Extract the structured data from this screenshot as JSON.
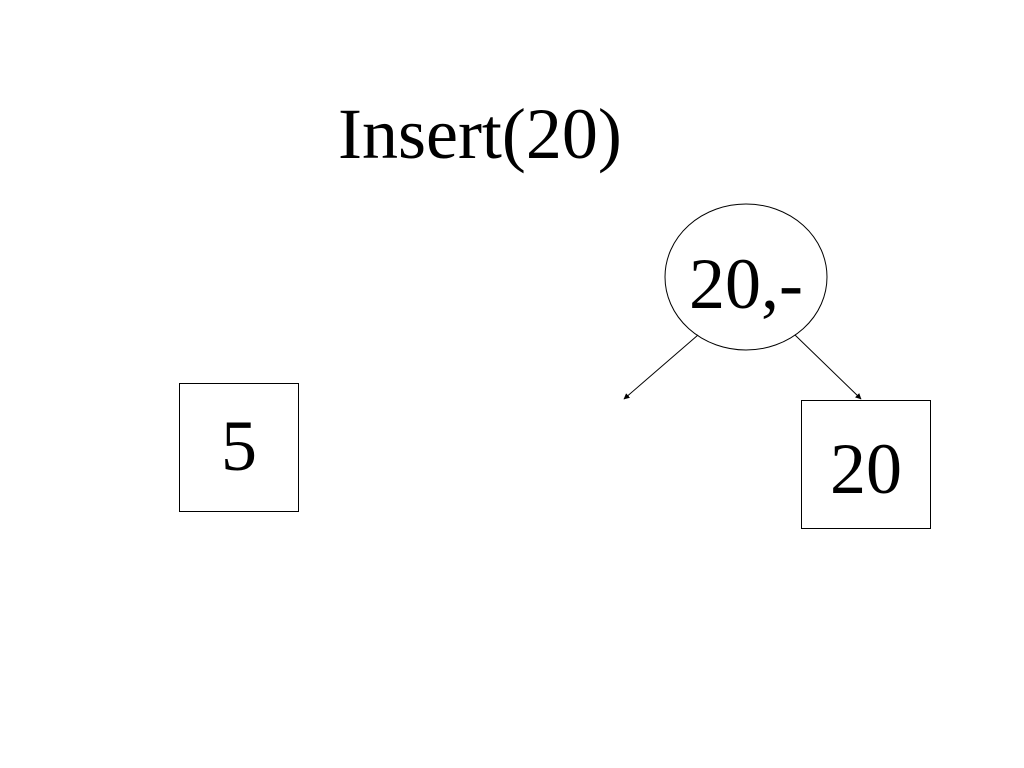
{
  "slide": {
    "title": "Insert(20)"
  },
  "tree": {
    "internal_node": {
      "label": "20,-"
    },
    "leaves": [
      {
        "label": "5"
      },
      {
        "label": "20"
      }
    ]
  },
  "colors": {
    "background": "#ffffff",
    "stroke": "#000000",
    "text": "#000000"
  }
}
